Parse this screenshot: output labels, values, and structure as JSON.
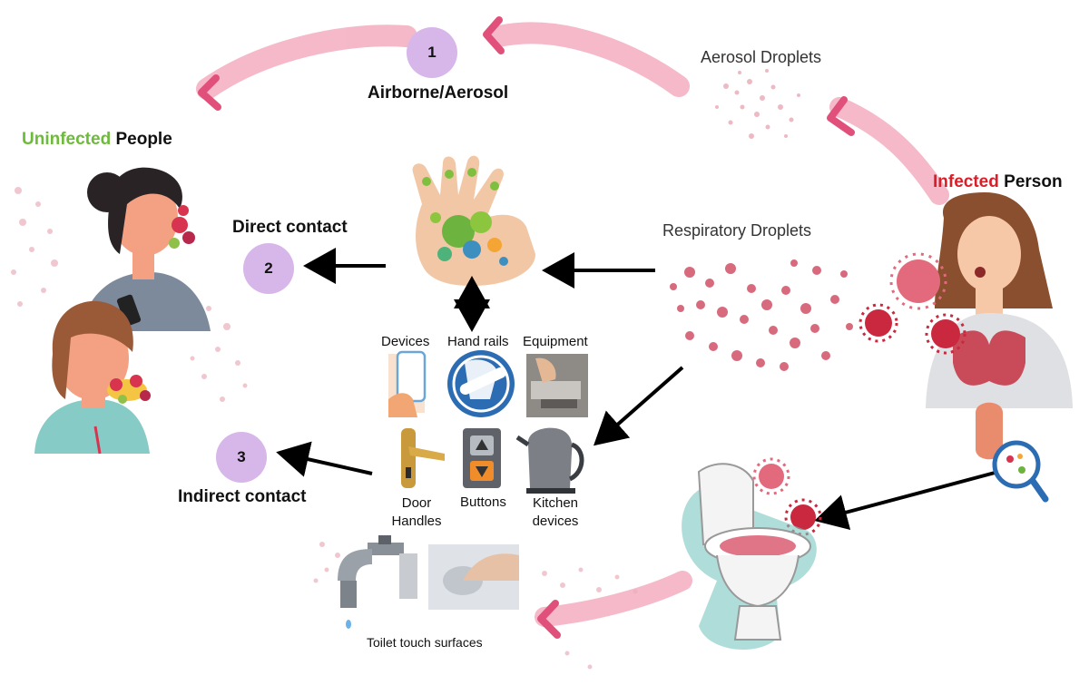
{
  "routes": {
    "airborne": {
      "number": "1",
      "label": "Airborne/Aerosol"
    },
    "direct": {
      "number": "2",
      "label": "Direct contact"
    },
    "indirect": {
      "number": "3",
      "label": "Indirect contact"
    }
  },
  "uninfected": {
    "word1": "Uninfected",
    "word2": "People",
    "word1_color": "#6dbb3a"
  },
  "infected": {
    "word1": "Infected",
    "word2": "Person",
    "word1_color": "#d8202a"
  },
  "droplets": {
    "aerosol": "Aerosol Droplets",
    "respiratory": "Respiratory Droplets"
  },
  "surfaces": {
    "devices": "Devices",
    "hand_rails": "Hand rails",
    "equipment": "Equipment",
    "door_handles_1": "Door",
    "door_handles_2": "Handles",
    "buttons": "Buttons",
    "kitchen_1": "Kitchen",
    "kitchen_2": "devices"
  },
  "toilet_surfaces": "Toilet touch surfaces",
  "colors": {
    "circle": "#d7b6ea",
    "band": "#f2a7bb",
    "chevron": "#e0507a",
    "droplet": "#d86a7e",
    "virus": "#d8334f"
  }
}
